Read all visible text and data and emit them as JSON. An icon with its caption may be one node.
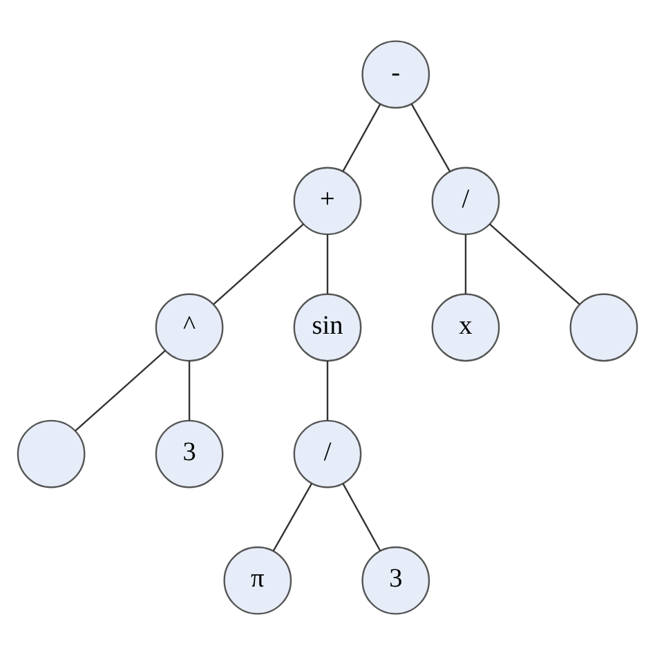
{
  "diagram": {
    "nodes": [
      {
        "text": [
          "-"
        ]
      },
      {
        "text": [
          "+"
        ]
      },
      {
        "text": [
          "/"
        ]
      },
      {
        "text": [
          "^"
        ]
      },
      {
        "text": [
          "sin"
        ]
      },
      {
        "text": [
          "x"
        ]
      },
      {
        "text": [],
        "shape": "circle"
      },
      {
        "text": [],
        "shape": "circle"
      },
      {
        "text": [
          "3"
        ]
      },
      {
        "text": [
          "/"
        ]
      },
      {
        "text": [
          "π"
        ]
      },
      {
        "text": [
          "3"
        ]
      }
    ],
    "edges": [
      {
        "from": 0,
        "to": 1,
        "arrow": "none"
      },
      {
        "from": 0,
        "to": 2,
        "arrow": "none"
      },
      {
        "from": 1,
        "to": 3,
        "arrow": "none"
      },
      {
        "from": 1,
        "to": 4,
        "arrow": "none"
      },
      {
        "from": 2,
        "to": 5,
        "arrow": "none"
      },
      {
        "from": 2,
        "to": 6,
        "arrow": "none"
      },
      {
        "from": 3,
        "to": 7,
        "arrow": "none"
      },
      {
        "from": 3,
        "to": 8,
        "arrow": "none"
      },
      {
        "from": 4,
        "to": 9,
        "arrow": "none"
      },
      {
        "from": 9,
        "to": 10,
        "arrow": "none"
      },
      {
        "from": 9,
        "to": 11,
        "arrow": "none"
      }
    ]
  }
}
